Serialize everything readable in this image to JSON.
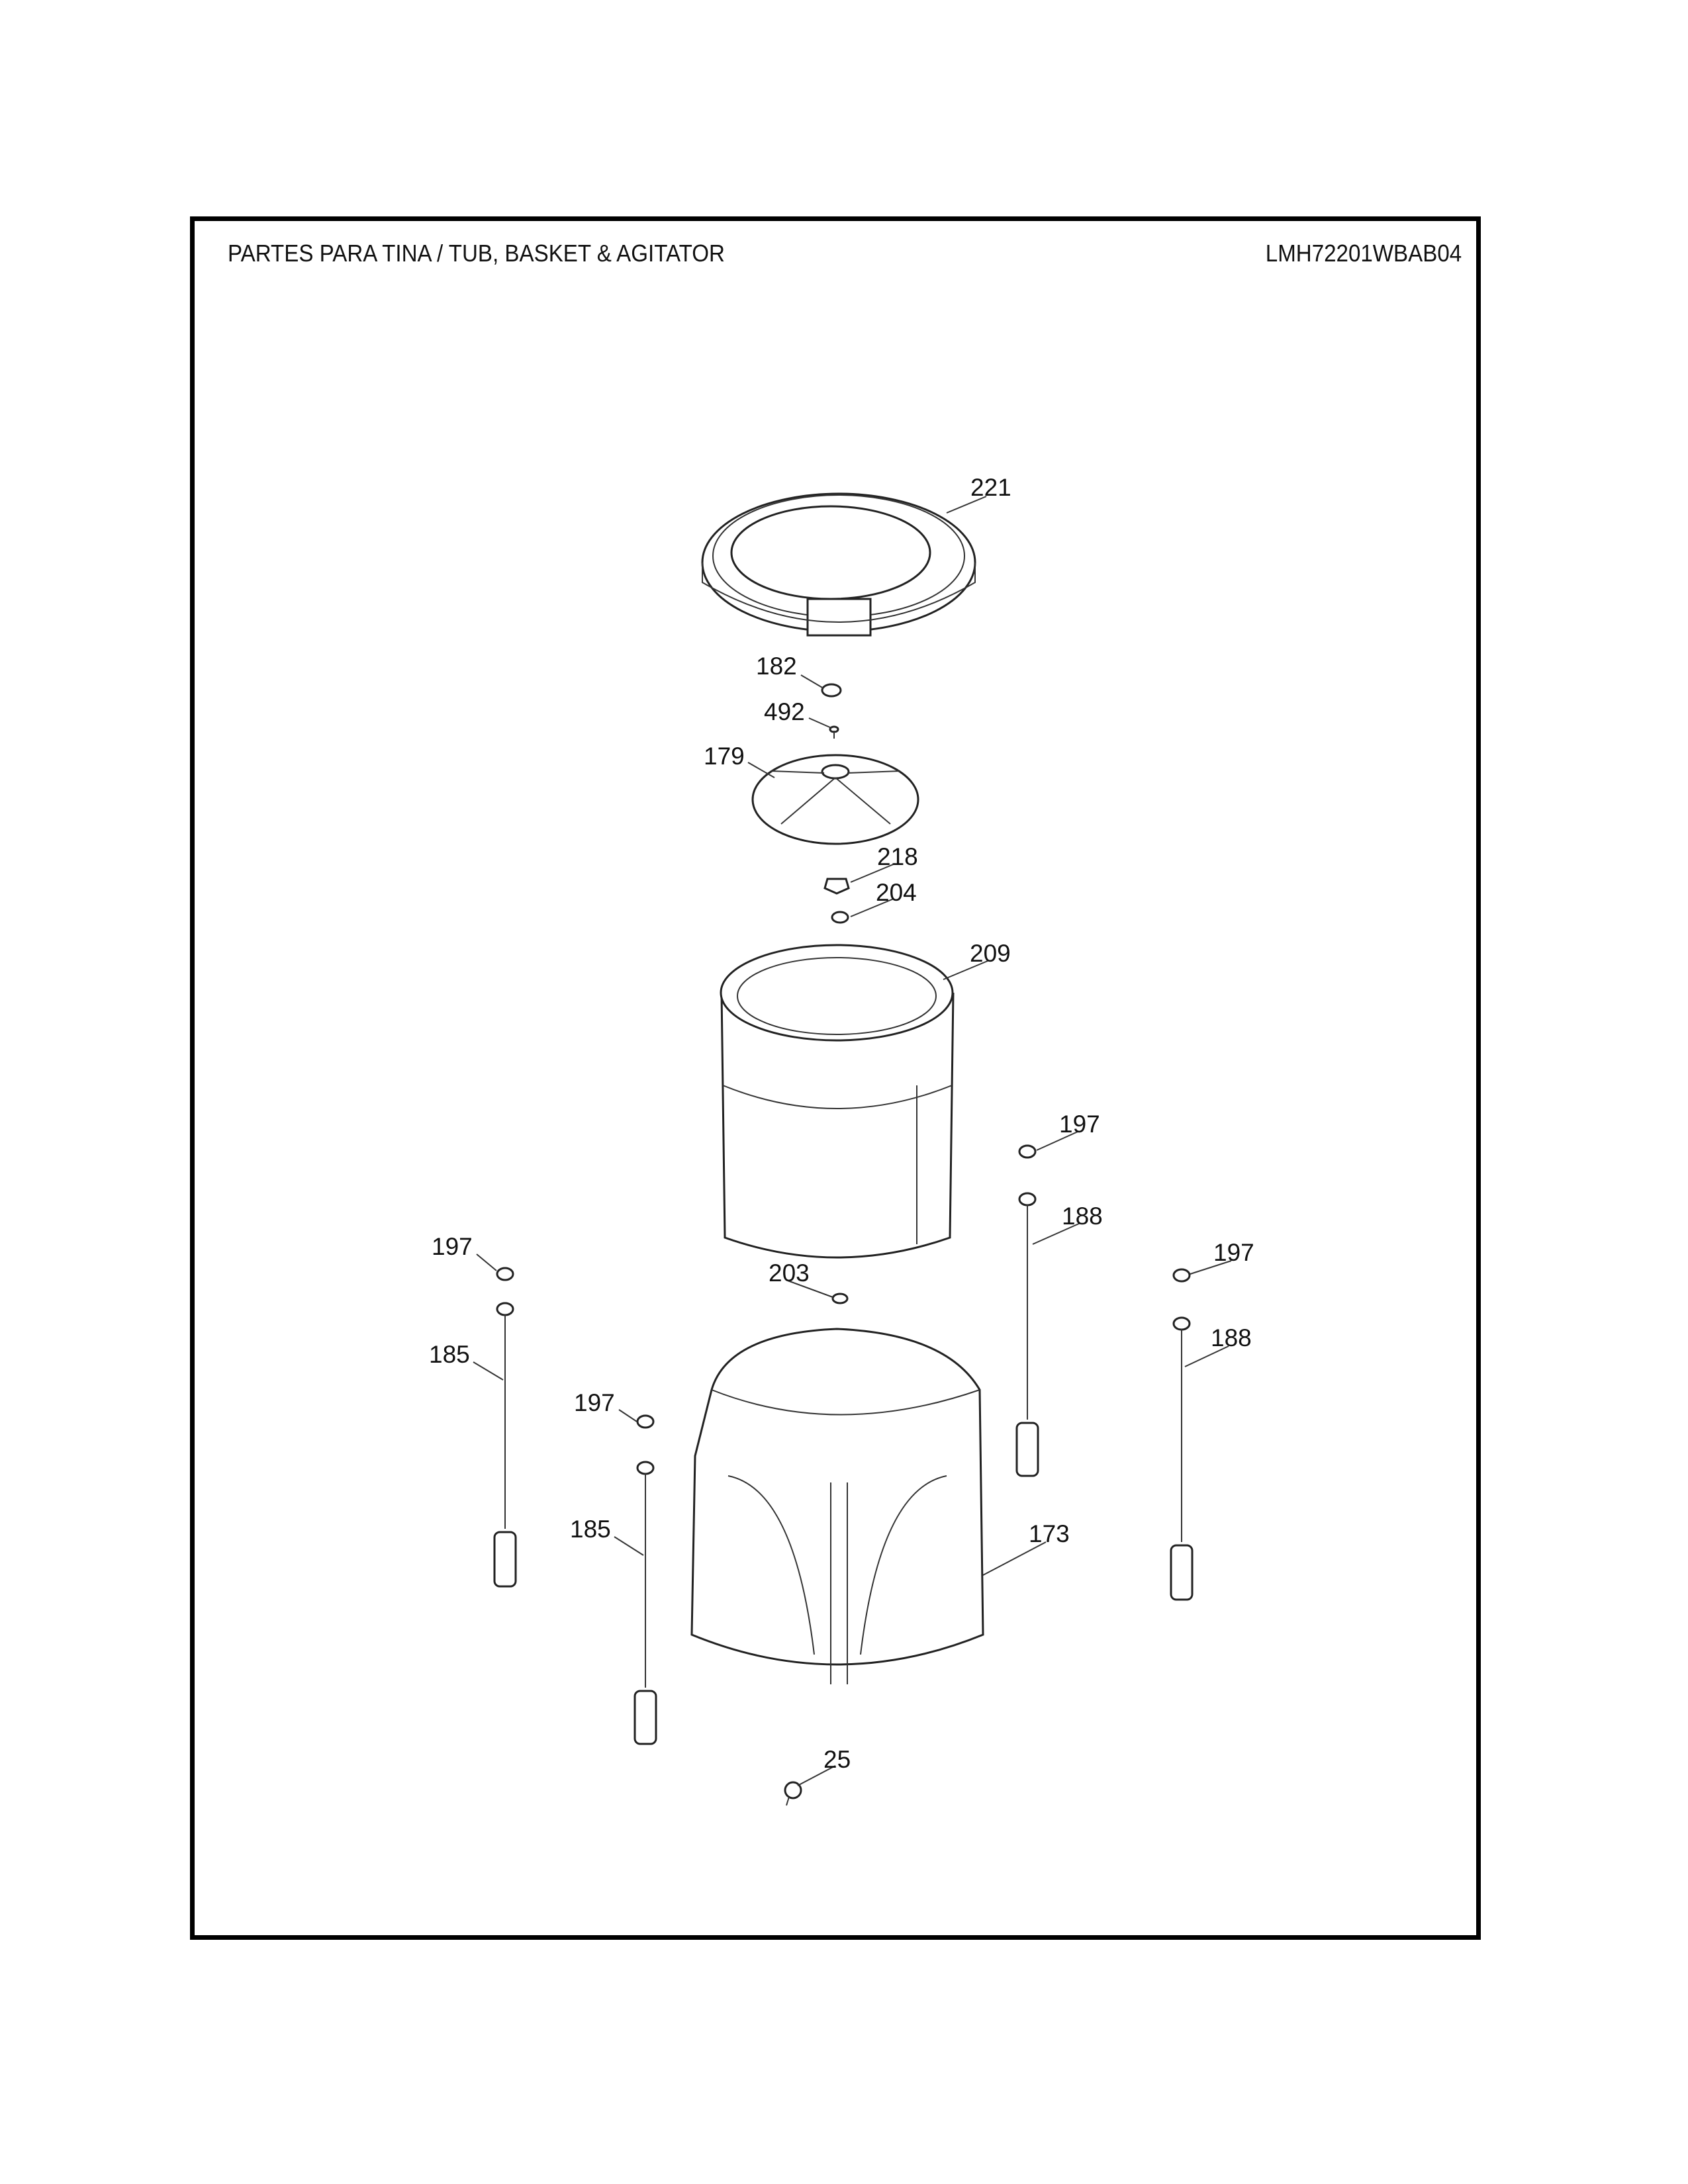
{
  "header": {
    "title": "PARTES PARA TINA  /  TUB, BASKET & AGITATOR",
    "model": "LMH72201WBAB04"
  },
  "callouts": {
    "c221": "221",
    "c182": "182",
    "c492": "492",
    "c179": "179",
    "c218": "218",
    "c204": "204",
    "c209": "209",
    "c197a": "197",
    "c188a": "188",
    "c197b": "197",
    "c197c": "197",
    "c203": "203",
    "c188b": "188",
    "c185a": "185",
    "c197d": "197",
    "c185b": "185",
    "c173": "173",
    "c25": "25"
  }
}
